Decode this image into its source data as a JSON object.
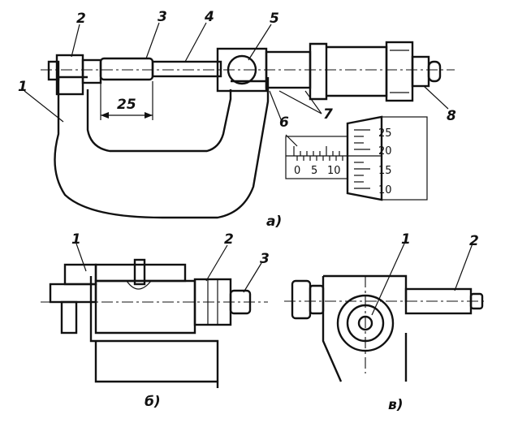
{
  "figure_a": {
    "caption": "а)",
    "callouts": [
      "1",
      "2",
      "3",
      "4",
      "5",
      "6",
      "7",
      "8"
    ],
    "dimension": "25",
    "sleeve_scale": [
      "0",
      "5",
      "10"
    ],
    "thimble_scale": [
      "25",
      "20",
      "15",
      "10"
    ]
  },
  "figure_b": {
    "caption": "б)",
    "callouts": [
      "1",
      "2",
      "3"
    ]
  },
  "figure_c": {
    "caption": "в)",
    "callouts": [
      "1",
      "2"
    ]
  }
}
